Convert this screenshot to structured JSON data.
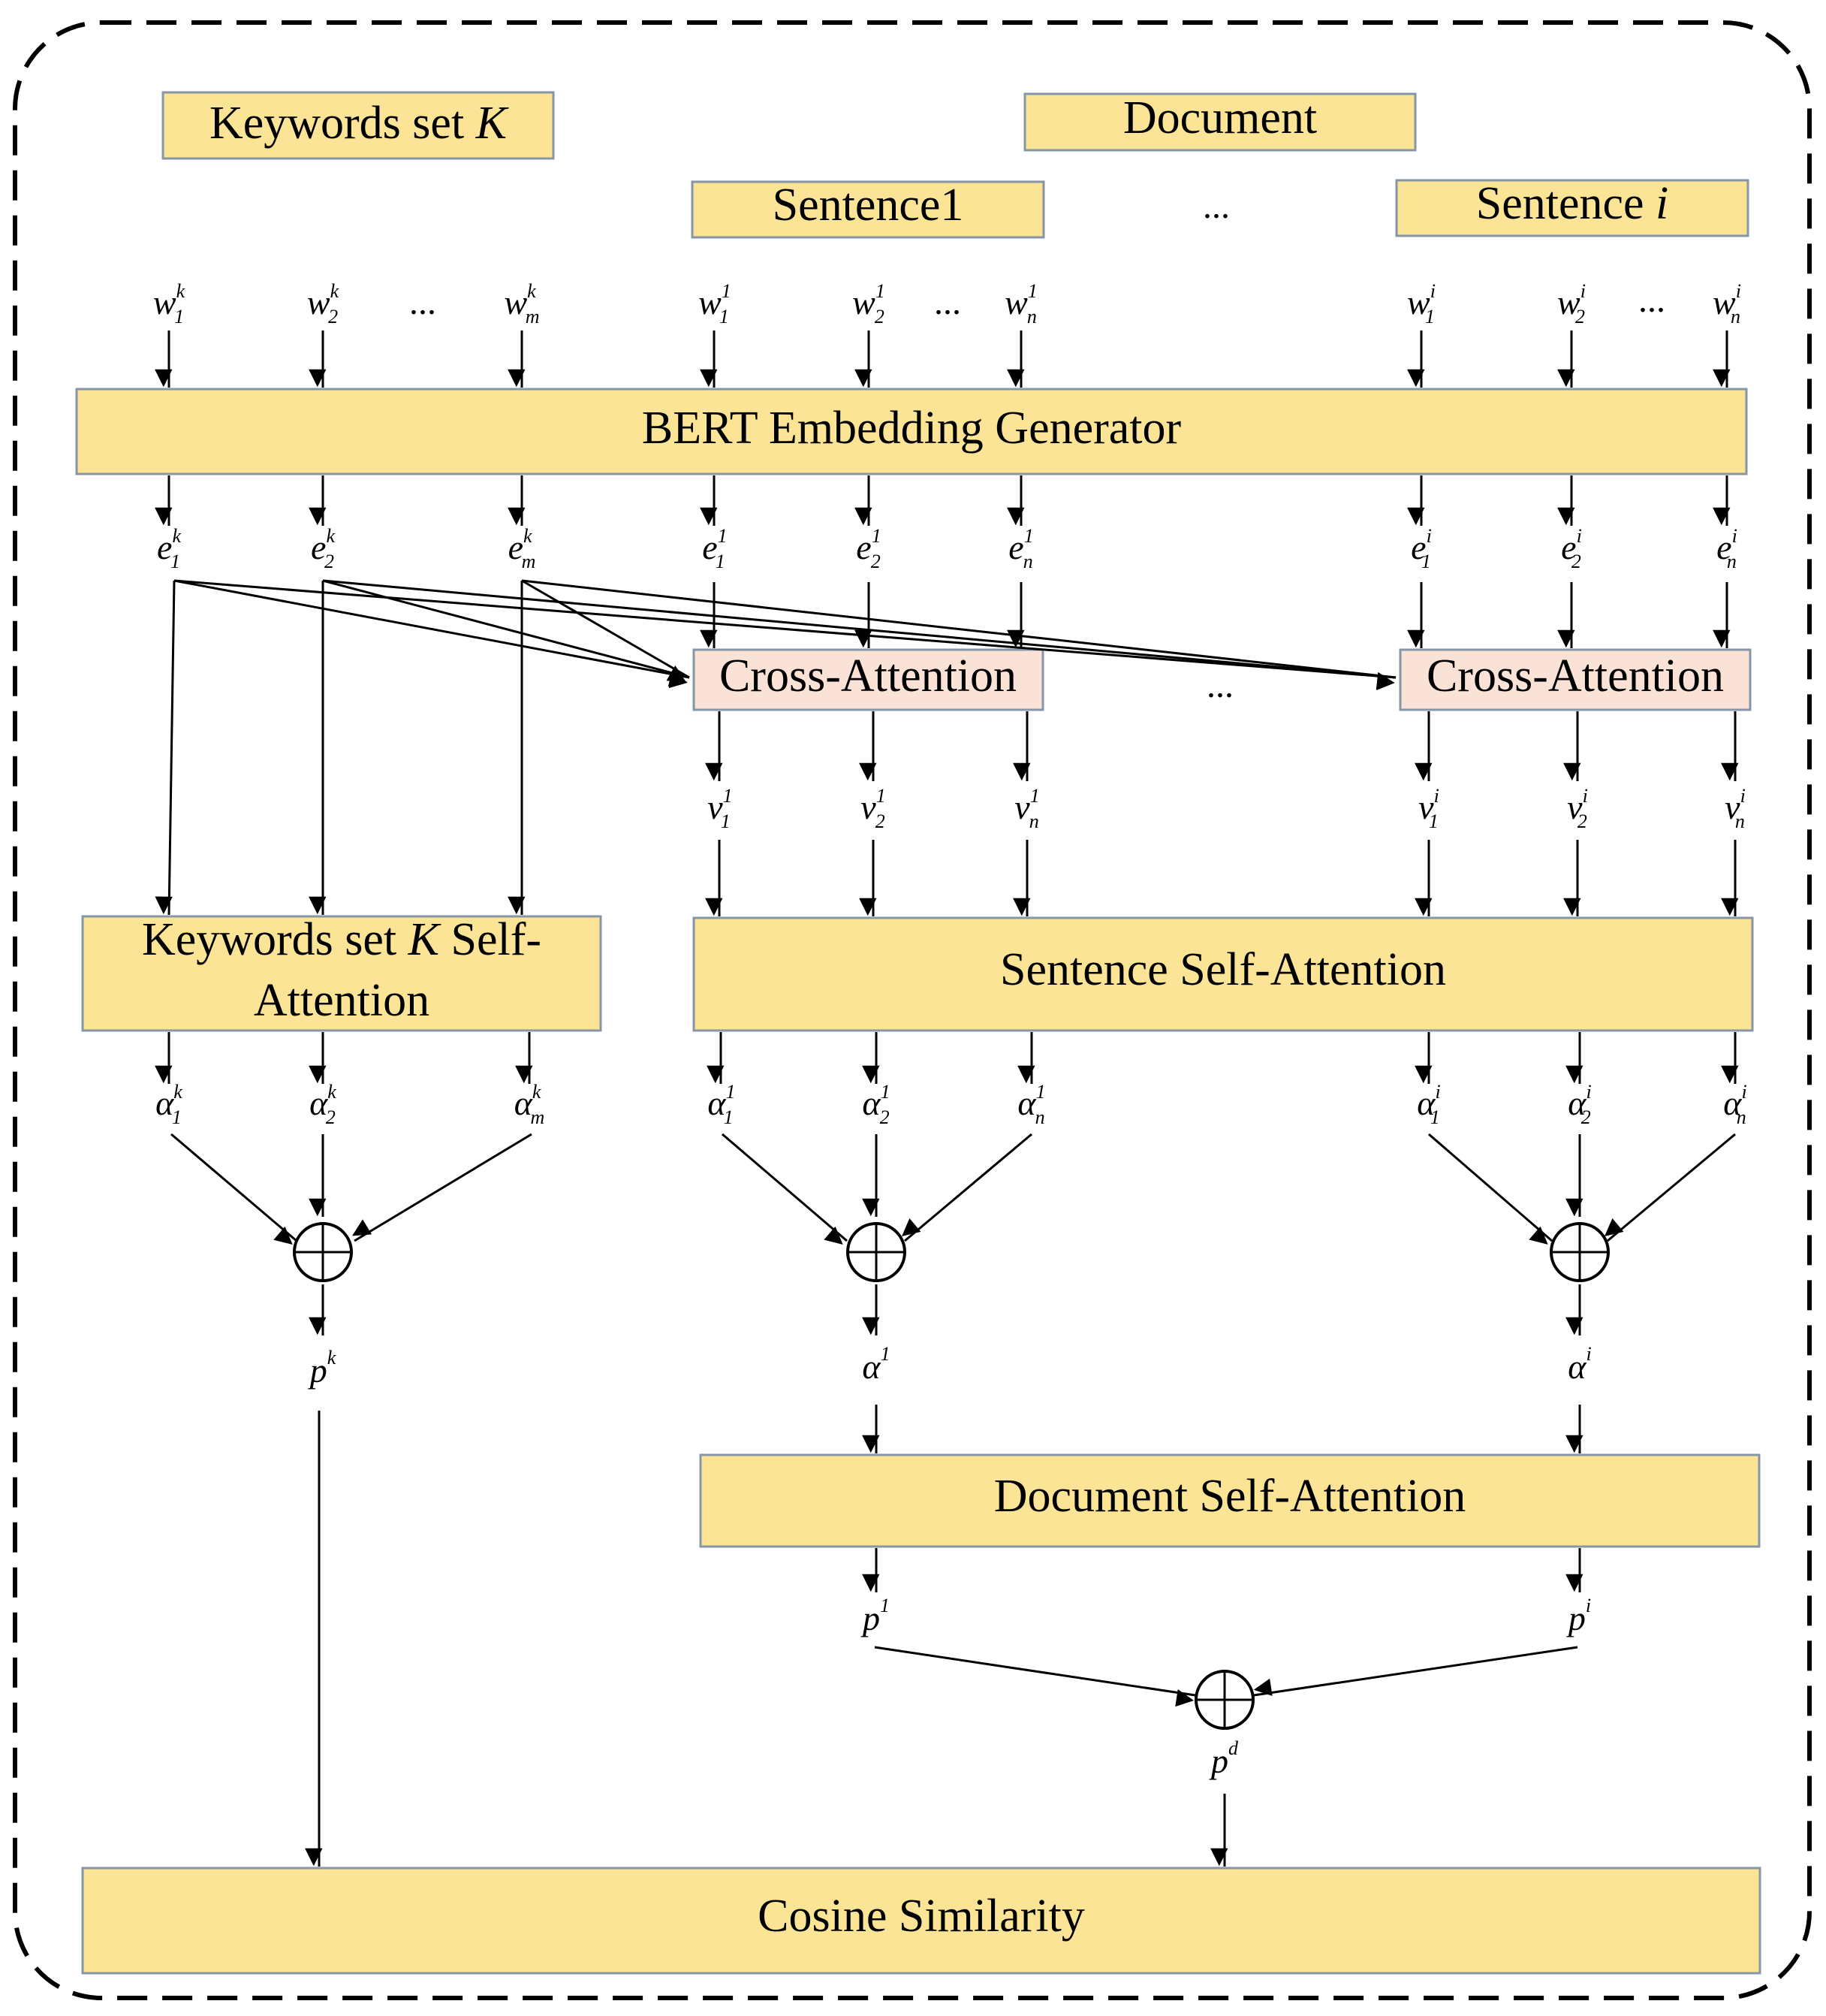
{
  "boxes": {
    "keywords_set": "Keywords set K",
    "document": "Document",
    "sentence1": "Sentence1",
    "sentence_i": "Sentence i",
    "bert": "BERT Embedding Generator",
    "cross_attention_1": "Cross-Attention",
    "cross_attention_i": "Cross-Attention",
    "keywords_self_attention_line1": "Keywords set K Self-",
    "keywords_self_attention_line2": "Attention",
    "sentence_self_attention": "Sentence Self-Attention",
    "document_self_attention": "Document Self-Attention",
    "cosine_similarity": "Cosine Similarity"
  },
  "ellipsis": "...",
  "symbols": {
    "w_k": [
      [
        "w",
        "1",
        "k"
      ],
      [
        "w",
        "2",
        "k"
      ],
      [
        "w",
        "m",
        "k"
      ]
    ],
    "w_1": [
      [
        "w",
        "1",
        "1"
      ],
      [
        "w",
        "2",
        "1"
      ],
      [
        "w",
        "n",
        "1"
      ]
    ],
    "w_i": [
      [
        "w",
        "1",
        "i"
      ],
      [
        "w",
        "2",
        "i"
      ],
      [
        "w",
        "n",
        "i"
      ]
    ],
    "e_k": [
      [
        "e",
        "1",
        "k"
      ],
      [
        "e",
        "2",
        "k"
      ],
      [
        "e",
        "m",
        "k"
      ]
    ],
    "e_1": [
      [
        "e",
        "1",
        "1"
      ],
      [
        "e",
        "2",
        "1"
      ],
      [
        "e",
        "n",
        "1"
      ]
    ],
    "e_i": [
      [
        "e",
        "1",
        "i"
      ],
      [
        "e",
        "2",
        "i"
      ],
      [
        "e",
        "n",
        "i"
      ]
    ],
    "v_1": [
      [
        "v",
        "1",
        "1"
      ],
      [
        "v",
        "2",
        "1"
      ],
      [
        "v",
        "n",
        "1"
      ]
    ],
    "v_i": [
      [
        "v",
        "1",
        "i"
      ],
      [
        "v",
        "2",
        "i"
      ],
      [
        "v",
        "n",
        "i"
      ]
    ],
    "a_k": [
      [
        "α",
        "1",
        "k"
      ],
      [
        "α",
        "2",
        "k"
      ],
      [
        "α",
        "m",
        "k"
      ]
    ],
    "a_1": [
      [
        "α",
        "1",
        "1"
      ],
      [
        "α",
        "2",
        "1"
      ],
      [
        "α",
        "n",
        "1"
      ]
    ],
    "a_i": [
      [
        "α",
        "1",
        "i"
      ],
      [
        "α",
        "2",
        "i"
      ],
      [
        "α",
        "n",
        "i"
      ]
    ],
    "sentence_alpha": [
      [
        "α",
        "",
        "1"
      ],
      [
        "α",
        "",
        "i"
      ]
    ],
    "pk": [
      "p",
      "",
      "k"
    ],
    "p1": [
      "p",
      "",
      "1"
    ],
    "pi": [
      "p",
      "",
      "i"
    ],
    "pd": [
      "p",
      "",
      "d"
    ]
  }
}
